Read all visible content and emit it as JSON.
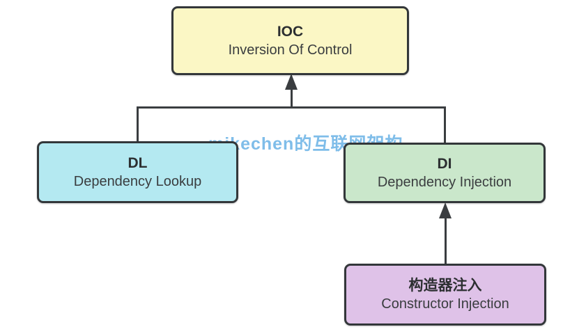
{
  "watermark": {
    "text": "mikechen的互联网架构",
    "color": "#7FBDE9"
  },
  "nodes": {
    "ioc": {
      "title": "IOC",
      "subtitle": "Inversion Of Control",
      "fill": "#FBF7C5"
    },
    "dl": {
      "title": "DL",
      "subtitle": "Dependency Lookup",
      "fill": "#B4E9F1"
    },
    "di": {
      "title": "DI",
      "subtitle": "Dependency Injection",
      "fill": "#CAE7CB"
    },
    "ci": {
      "title": "构造器注入",
      "subtitle": "Constructor Injection",
      "fill": "#DFC2E8"
    }
  },
  "edges": [
    {
      "from": "dl",
      "to": "ioc",
      "arrow": "up"
    },
    {
      "from": "di",
      "to": "ioc",
      "arrow": "up"
    },
    {
      "from": "ci",
      "to": "di",
      "arrow": "up"
    }
  ],
  "colors": {
    "background": "#FFFFFF",
    "line": "#3A3D40",
    "node_border": "#33373A",
    "title_text": "#2C2F31",
    "subtitle_text": "#3A3D3F"
  }
}
